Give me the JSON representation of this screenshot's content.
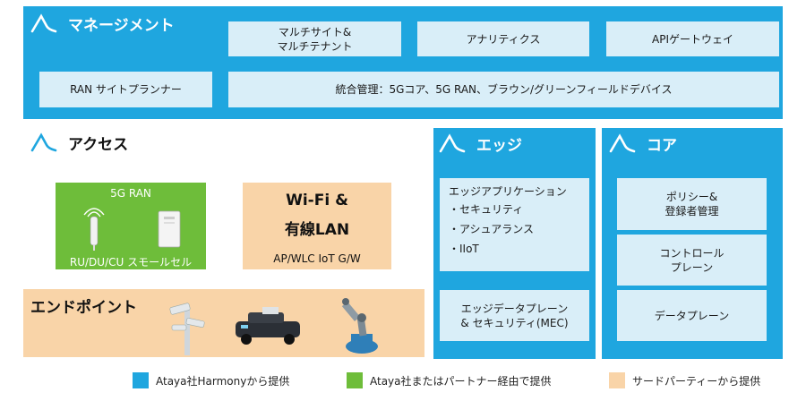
{
  "management": {
    "title": "マネージメント",
    "items": {
      "multisite": "マルチサイト&",
      "multisite2": "マルチテナント",
      "analytics": "アナリティクス",
      "api": "APIゲートウェイ",
      "ran_planner": "RAN サイトプランナー",
      "unified": "統合管理：5Gコア、5G RAN、ブラウン/グリーンフィールドデバイス"
    }
  },
  "access": {
    "title": "アクセス",
    "ran": {
      "title": "5G RAN",
      "caption": "RU/DU/CU スモールセル"
    },
    "wifi": {
      "line1": "Wi-Fi &",
      "line2": "有線LAN",
      "caption": "AP/WLC IoT G/W"
    }
  },
  "endpoint": {
    "title": "エンドポイント"
  },
  "edge": {
    "title": "エッジ",
    "apps_title": "エッジアプリケーション",
    "apps_items": [
      "・セキュリティ",
      "・アシュアランス",
      "・IIoT"
    ],
    "mec_line1": "エッジデータプレーン",
    "mec_line2": "& セキュリティ(MEC)"
  },
  "core": {
    "title": "コア",
    "policy_line1": "ポリシー&",
    "policy_line2": "登録者管理",
    "control_line1": "コントロール",
    "control_line2": "プレーン",
    "data_plane": "データプレーン"
  },
  "legend": {
    "blue": "Ataya社Harmonyから提供",
    "green": "Ataya社またはパートナー経由で提供",
    "peach": "サードパーティーから提供"
  },
  "colors": {
    "ataya_blue": "#1fa6df",
    "partner_green": "#6ebd3a",
    "third_party_peach": "#f9d4a8",
    "pale_blue": "#d9eef8"
  }
}
